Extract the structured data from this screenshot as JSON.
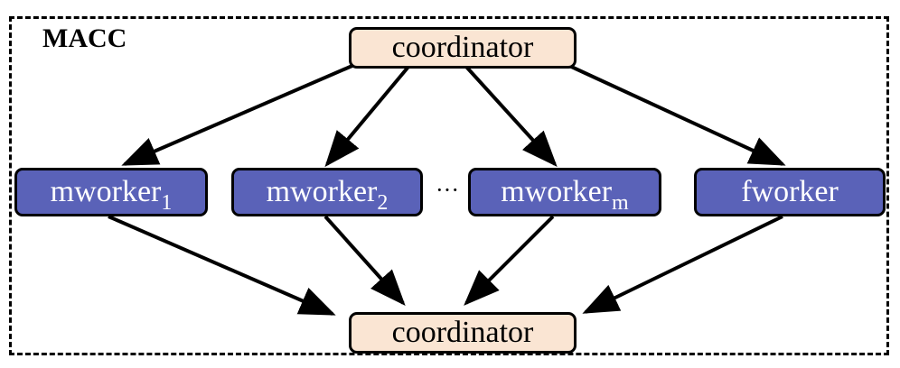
{
  "diagram": {
    "title": "MACC",
    "top_node": "coordinator",
    "bottom_node": "coordinator",
    "workers": [
      {
        "name": "mworker",
        "sub": "1"
      },
      {
        "name": "mworker",
        "sub": "2"
      },
      {
        "name": "mworker",
        "sub": "m"
      },
      {
        "name": "fworker",
        "sub": ""
      }
    ],
    "ellipsis": "···",
    "colors": {
      "coordinator_fill": "#fae5d3",
      "worker_fill": "#5a62b8",
      "worker_text": "#ffffff",
      "border": "#000000"
    }
  }
}
